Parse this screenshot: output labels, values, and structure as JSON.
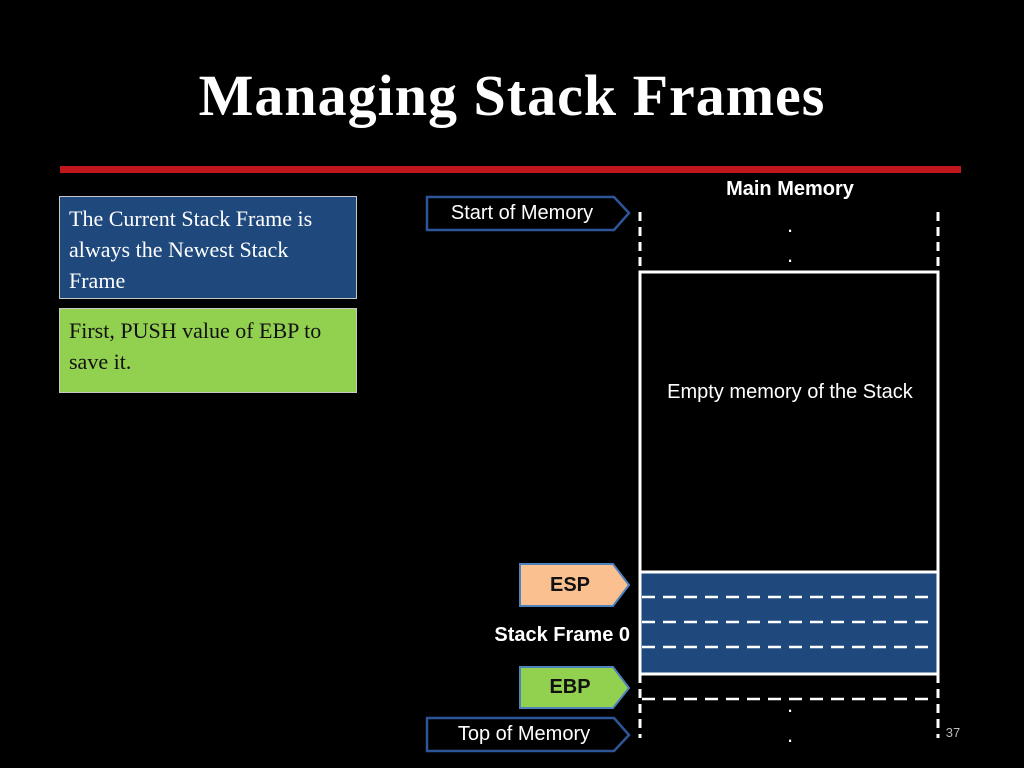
{
  "slide": {
    "title": "Managing Stack Frames",
    "page_number": "37"
  },
  "notes": [
    {
      "text": "The Current Stack Frame is always the Newest Stack Frame",
      "color": "#1f497d"
    },
    {
      "text": "First, PUSH value of EBP to save it.",
      "color": "#92d050"
    }
  ],
  "memory": {
    "heading": "Main Memory",
    "ellipsis": ".",
    "empty_region_label": "Empty memory of the Stack",
    "frame_label": "Stack Frame 0",
    "frame_color": "#1f497d"
  },
  "pointers": {
    "start": "Start of Memory",
    "esp": "ESP",
    "ebp": "EBP",
    "top": "Top of Memory",
    "esp_color": "#fac090",
    "ebp_color": "#92d050",
    "outline_color": "#1f497d"
  },
  "colors": {
    "accent_rule": "#c0161c",
    "background": "#000000"
  }
}
